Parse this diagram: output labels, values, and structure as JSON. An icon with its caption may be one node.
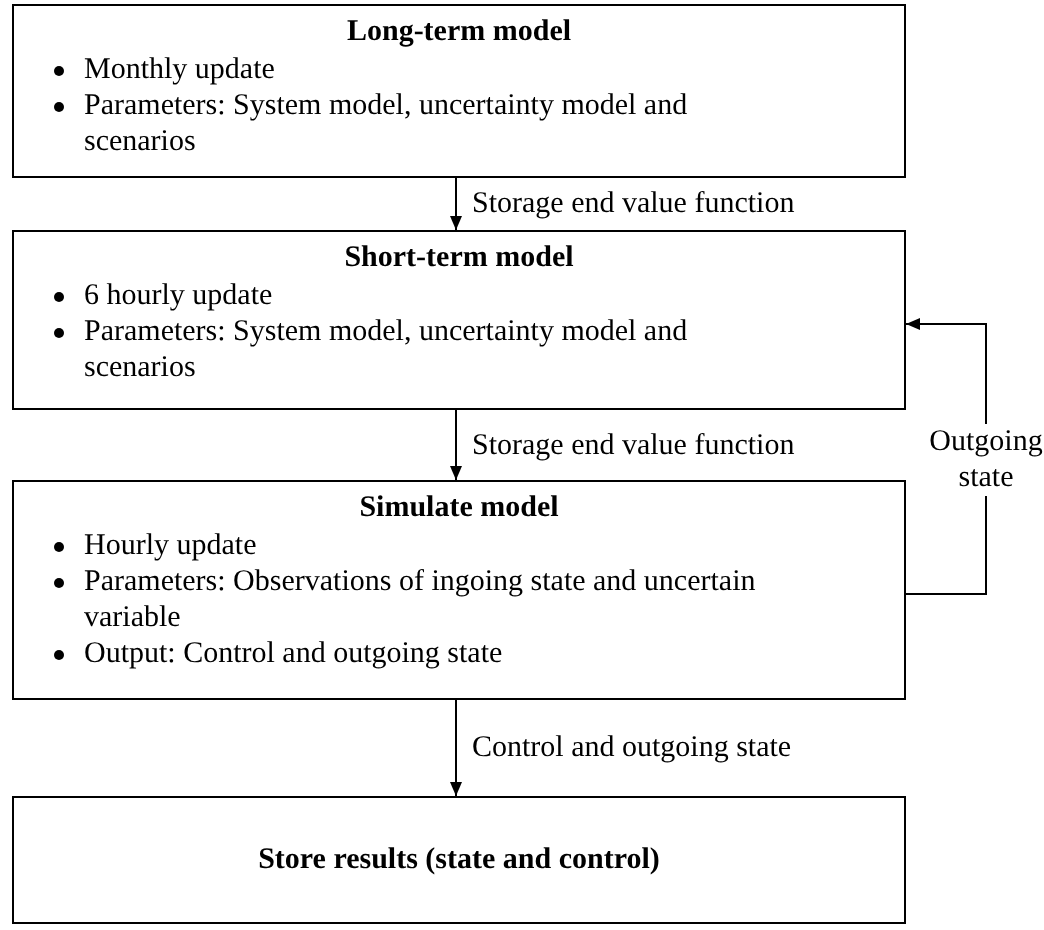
{
  "diagram": {
    "nodes": [
      {
        "text": [
          "Long-term model",
          "Monthly update",
          "Parameters: System model, uncertainty model and scenarios"
        ]
      },
      {
        "text": [
          "Short-term model",
          "6 hourly update",
          "Parameters: System model, uncertainty model and scenarios"
        ]
      },
      {
        "text": [
          "Simulate model",
          "Hourly update",
          "Parameters: Observations of ingoing state and uncertain variable",
          "Output: Control and outgoing state"
        ]
      },
      {
        "text": [
          "Store results (state and control)"
        ]
      }
    ],
    "edges": [
      {
        "from": 0,
        "to": 1,
        "arrow": "to",
        "label": "Storage end value function"
      },
      {
        "from": 1,
        "to": 2,
        "arrow": "to",
        "label": "Storage end value function"
      },
      {
        "from": 2,
        "to": 1,
        "arrow": "to",
        "label": "Outgoing state"
      },
      {
        "from": 2,
        "to": 3,
        "arrow": "to",
        "label": "Control and outgoing state"
      }
    ]
  }
}
